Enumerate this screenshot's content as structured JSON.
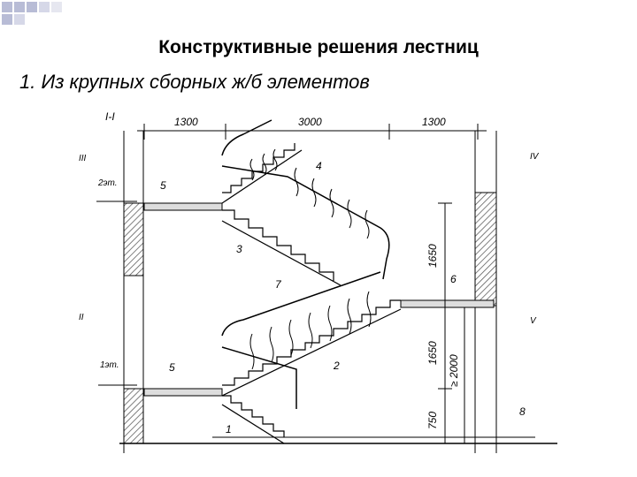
{
  "slide": {
    "title": "Конструктивные решения лестниц",
    "subtitle": "1. Из крупных сборных ж/б элементов"
  },
  "drawing": {
    "section_label": "I-I",
    "dimensions": {
      "top_left": "1300",
      "top_middle": "3000",
      "top_right": "1300",
      "vertical_upper": "1650",
      "vertical_lower": "1650",
      "vertical_total": "≥ 2000",
      "vertical_bottom": "750"
    },
    "level_marks": [
      "III",
      "2эт.",
      "II",
      "1эт.",
      "IV",
      "V"
    ],
    "callouts": [
      "1",
      "2",
      "3",
      "4",
      "5",
      "5",
      "6",
      "7",
      "8"
    ]
  },
  "colors": {
    "ink": "#000000",
    "hatch": "#555555"
  }
}
